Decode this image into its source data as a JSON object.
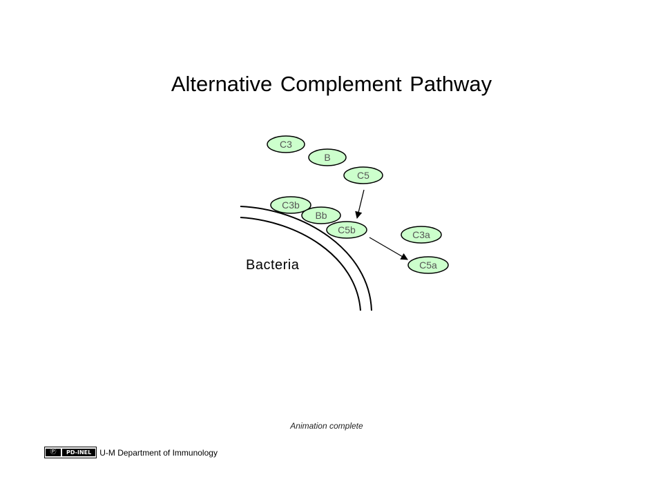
{
  "title": "Alternative Complement Pathway",
  "molecules": {
    "c3": "C3",
    "b": "B",
    "c5": "C5",
    "c3b": "C3b",
    "bb": "Bb",
    "c5b": "C5b",
    "c3a": "C3a",
    "c5a": "C5a"
  },
  "bacteria_label": "Bacteria",
  "status_text": "Animation complete",
  "footer": {
    "license_badge": "PD-INEL",
    "license_icon": "public-domain-icon",
    "department": "U-M Department of Immunology"
  },
  "colors": {
    "oval_fill": "#ccffcc",
    "stroke": "#000000"
  }
}
